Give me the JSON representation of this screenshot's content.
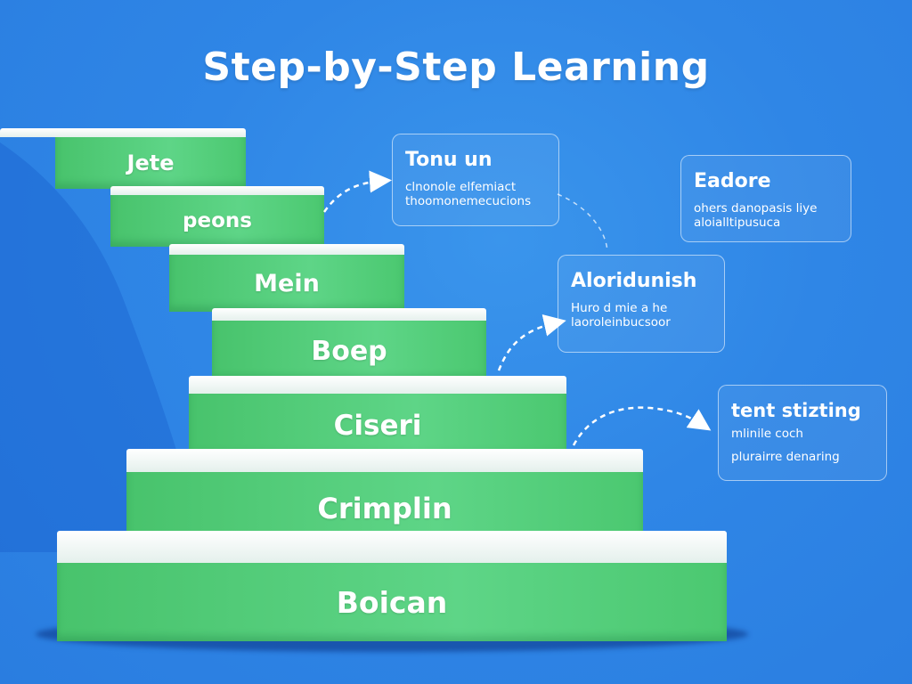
{
  "title": "Step-by-Step Learning",
  "steps": [
    {
      "label": "Jete"
    },
    {
      "label": "peons"
    },
    {
      "label": "Mein"
    },
    {
      "label": "Boep"
    },
    {
      "label": "Ciseri"
    },
    {
      "label": "Crimplin"
    },
    {
      "label": "Boican"
    }
  ],
  "cards": [
    {
      "title": "Tonu un",
      "lines": [
        "clnonole elfemiact",
        "thoomonemecucions"
      ]
    },
    {
      "title": "Eadore",
      "lines": [
        "ohers danopasis liye",
        "aloialltipusuca"
      ]
    },
    {
      "title": "Aloridunish",
      "lines": [
        "Huro d mie a he",
        "laoroleinbucsoor"
      ]
    },
    {
      "title": "tent stizting",
      "lines": [
        "mlinile coch",
        "plurairre denaring"
      ]
    }
  ],
  "colors": {
    "background": "#2f86e6",
    "step_green": "#52cc78",
    "step_top": "#ffffff",
    "text": "#ffffff"
  }
}
